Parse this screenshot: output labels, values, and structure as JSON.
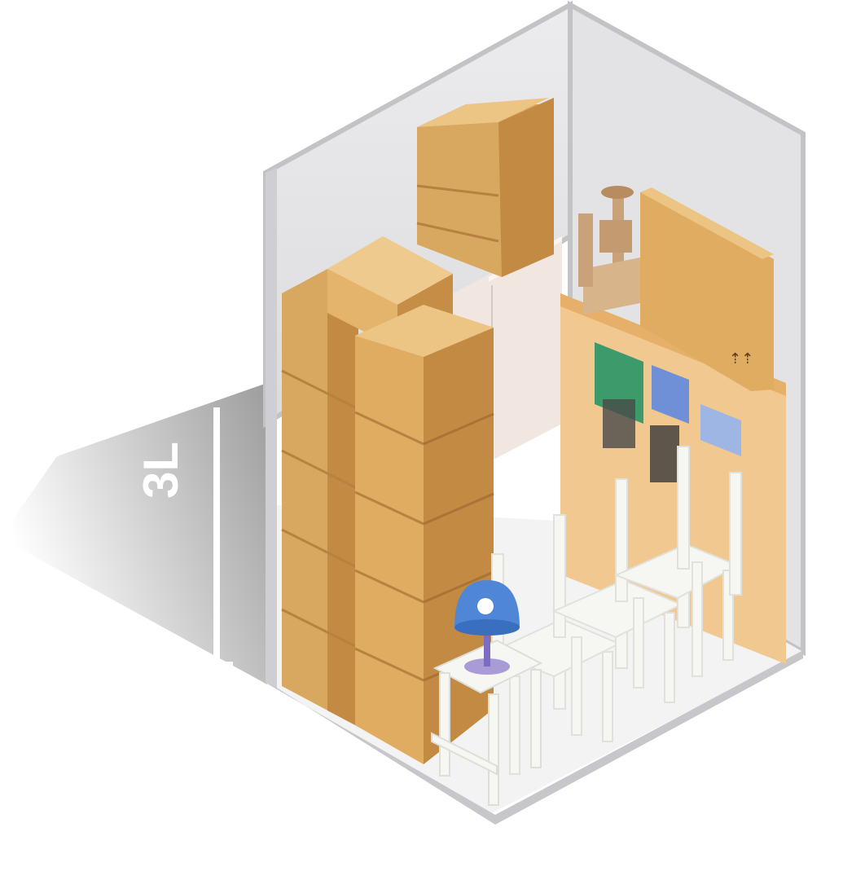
{
  "dimension_label": "3L",
  "colors": {
    "wall": "#e6e6e8",
    "wall_edge": "#bfbfc3",
    "floor": "#ffffff",
    "box_front": "#d9a860",
    "box_side": "#c38a43",
    "box_top": "#ecc585",
    "shelf": "#e9b77a",
    "chair": "#f4f4f2",
    "lamp": "#4f86d6",
    "green_box": "#3d9a6a",
    "blue_box": "#6f8fd6"
  },
  "objects": {
    "unit": "storage-unit",
    "boxes": "cardboard-boxes",
    "shelf": "bookshelf",
    "chairs": "dining-chairs",
    "table": "side-table",
    "lamp": "table-lamp",
    "cat_tree": "cat-tree",
    "wardrobe": "wardrobe",
    "framed_box": "flat-box"
  }
}
